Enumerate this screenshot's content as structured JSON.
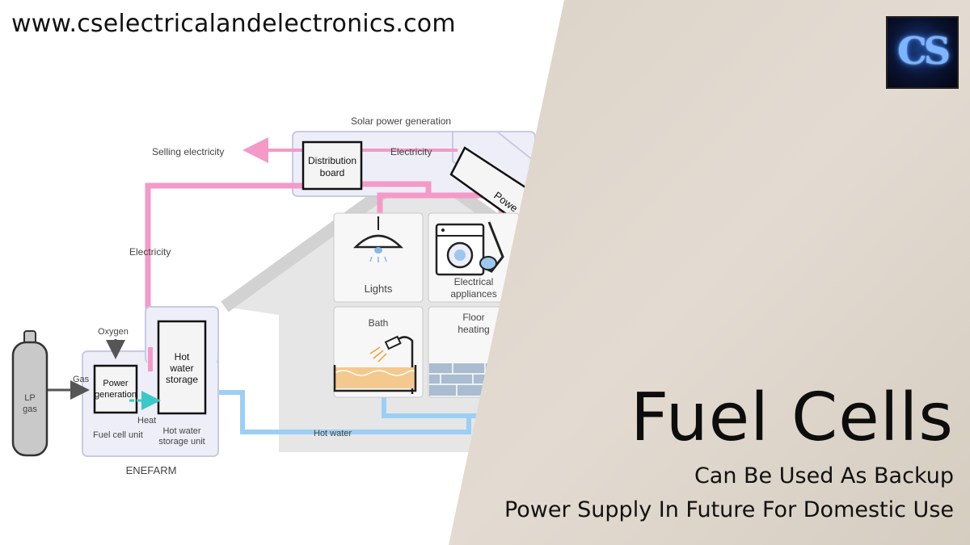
{
  "site_url": "www.cselectricalandelectronics.com",
  "logo_text": "CS",
  "title": "Fuel Cells",
  "subtitle_line1": "Can Be Used As Backup",
  "subtitle_line2": "Power Supply In Future For Domestic Use",
  "diagram": {
    "solar_power_generation": "Solar power generation",
    "selling_electricity": "Selling electricity",
    "electricity_top": "Electricity",
    "distribution_board_1": "Distribution",
    "distribution_board_2": "board",
    "power_panel": "Powe",
    "electricity_left": "Electricity",
    "lights": "Lights",
    "electrical_appliances_1": "Electrical",
    "electrical_appliances_2": "appliances",
    "bath": "Bath",
    "floor_heating_1": "Floor",
    "floor_heating_2": "heating",
    "oxygen": "Oxygen",
    "gas": "Gas",
    "lp_gas_1": "LP",
    "lp_gas_2": "gas",
    "power_generation_1": "Power",
    "power_generation_2": "generation",
    "hot_water_storage_1": "Hot",
    "hot_water_storage_2": "water",
    "hot_water_storage_3": "storage",
    "heat": "Heat",
    "fuel_cell_unit": "Fuel cell unit",
    "hot_water_storage_unit_1": "Hot water",
    "hot_water_storage_unit_2": "storage unit",
    "hot_water": "Hot water",
    "enefarm": "ENEFARM"
  },
  "colors": {
    "electricity_pink": "#f49ac8",
    "hot_water_blue": "#9ccff5",
    "panel_beige": "#d8cfc4",
    "unit_bg": "#eeeef8"
  }
}
